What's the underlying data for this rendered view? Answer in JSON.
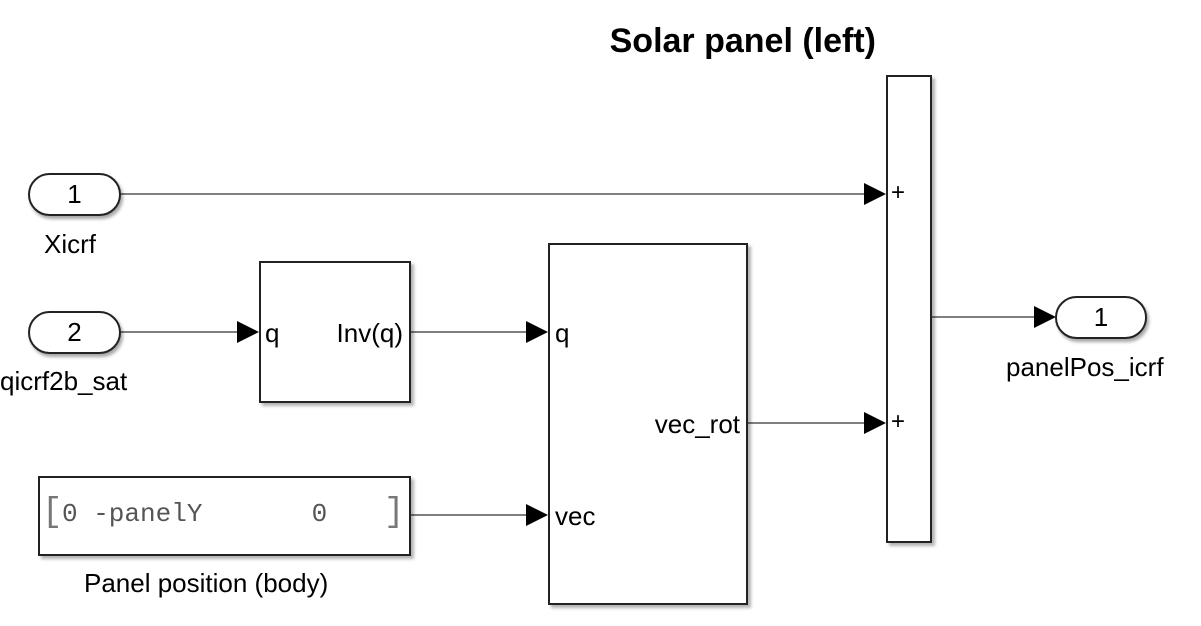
{
  "diagram": {
    "title": "Solar panel (left)",
    "inports": [
      {
        "number": "1",
        "name": "Xicrf"
      },
      {
        "number": "2",
        "name": "qicrf2b_sat"
      }
    ],
    "outports": [
      {
        "number": "1",
        "name": "panelPos_icrf"
      }
    ],
    "blocks": {
      "inverse": {
        "input_label": "q",
        "output_label": "Inv(q)"
      },
      "rotate": {
        "input_q_label": "q",
        "input_vec_label": "vec",
        "output_label": "vec_rot"
      },
      "sum": {
        "signs": [
          "+",
          "+"
        ]
      },
      "constant": {
        "bracket_open": "[",
        "value": "0 -panelY       0",
        "bracket_close": "]",
        "name": "Panel position (body)"
      }
    }
  }
}
